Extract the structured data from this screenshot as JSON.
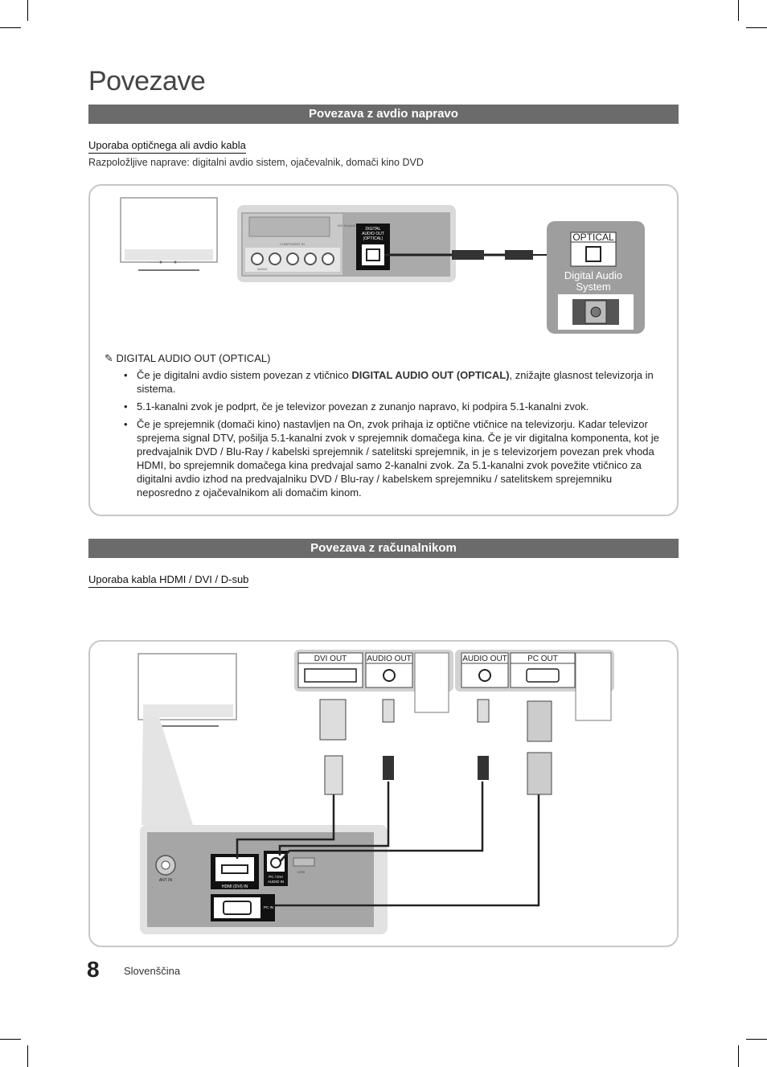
{
  "page_title": "Povezave",
  "section1": {
    "bar_title": "Povezava z avdio napravo",
    "subheading": "Uporaba optičnega ali avdio kabla",
    "description": "Razpoložljive naprave: digitalni avdio sistem, ojačevalnik, domači kino DVD",
    "diagram": {
      "port_label": "DIGITAL AUDIO OUT (OPTICAL)",
      "port_label_lines": [
        "DIGITAL",
        "AUDIO OUT",
        "(OPTICAL)"
      ],
      "dvi_in_label": "DVI IN (AUDIO)",
      "component_label": "COMPONENT IN",
      "audio_label": "AUDIO",
      "optical_label": "OPTICAL",
      "system_label_line1": "Digital Audio",
      "system_label_line2": "System"
    },
    "note": {
      "heading": "DIGITAL AUDIO OUT (OPTICAL)",
      "bullets": [
        {
          "pre": "Če je digitalni avdio sistem povezan z vtičnico ",
          "bold": "DIGITAL AUDIO OUT (OPTICAL)",
          "post": ", znižajte glasnost televizorja in sistema."
        },
        {
          "text": "5.1-kanalni zvok je podprt, če je televizor povezan z zunanjo napravo, ki podpira 5.1-kanalni zvok."
        },
        {
          "text": "Če je sprejemnik (domači kino) nastavljen na On, zvok prihaja iz optične vtičnice na televizorju. Kadar televizor sprejema signal DTV, pošilja 5.1-kanalni zvok v sprejemnik domačega kina. Če je vir digitalna komponenta, kot je predvajalnik DVD / Blu-Ray / kabelski sprejemnik / satelitski sprejemnik, in je s televizorjem povezan prek vhoda HDMI, bo sprejemnik domačega kina predvajal samo 2-kanalni zvok. Za 5.1-kanalni zvok povežite vtičnico za digitalni avdio izhod na predvajalniku DVD / Blu-ray / kabelskem sprejemniku / satelitskem sprejemniku neposredno z ojačevalnikom ali domačim kinom."
        }
      ]
    }
  },
  "section2": {
    "bar_title": "Povezava z računalnikom",
    "subheading": "Uporaba kabla HDMI / DVI / D-sub",
    "diagram": {
      "dvi_out": "DVI OUT",
      "audio_out_1": "AUDIO OUT",
      "audio_out_2": "AUDIO OUT",
      "pc_out": "PC OUT",
      "ant_in": "ANT IN",
      "hdmi_in": "HDMI (DVI) IN",
      "pc_dvi_audio_in_line1": "PC / DVI",
      "pc_dvi_audio_in_line2": "AUDIO IN",
      "usb_label": "USB",
      "pc_in": "PC IN"
    }
  },
  "footer": {
    "page_number": "8",
    "language": "Slovenščina"
  }
}
